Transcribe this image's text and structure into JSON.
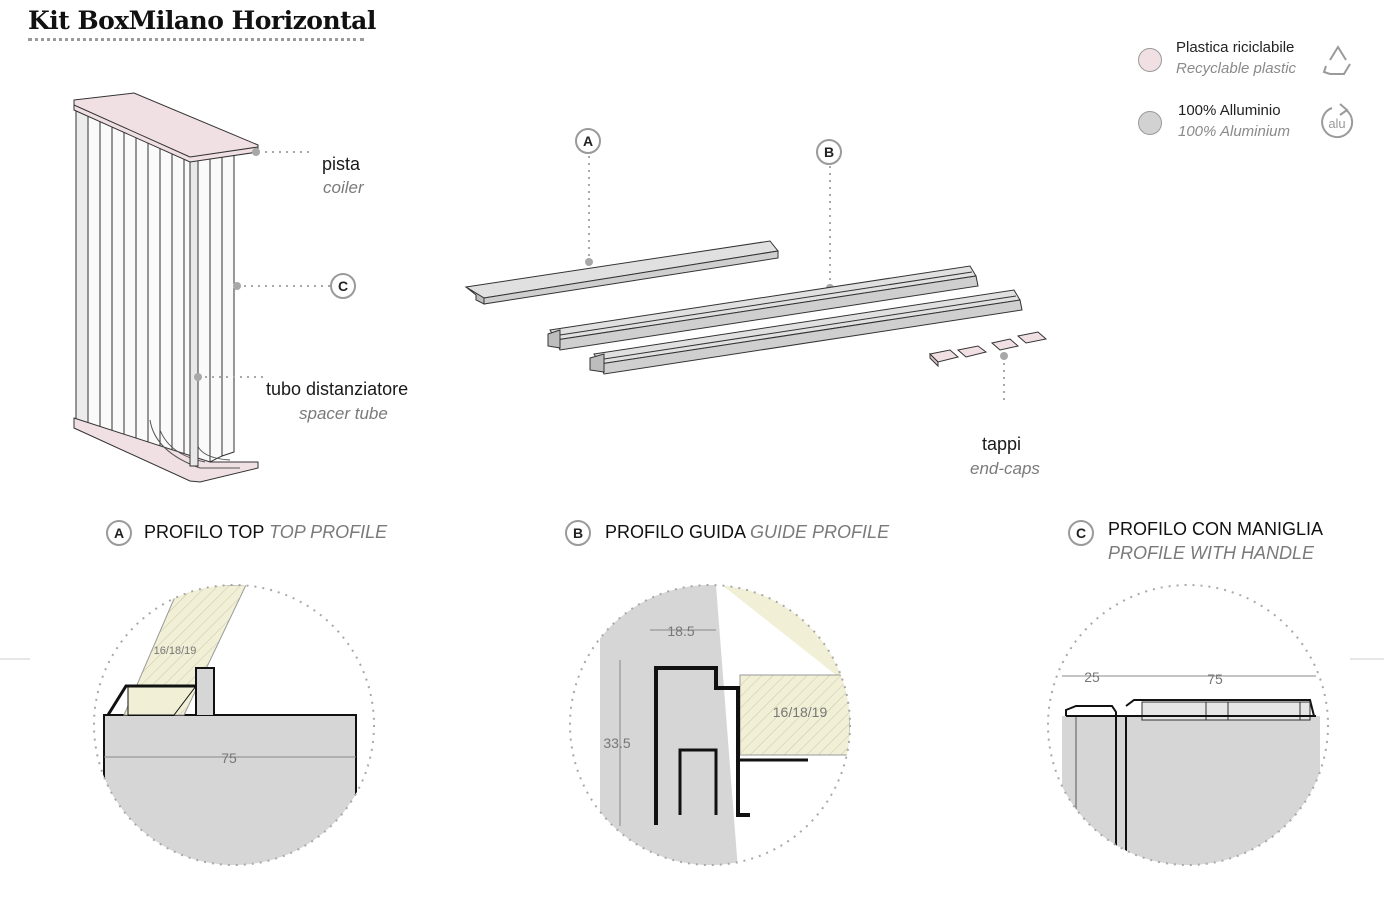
{
  "title": "Kit BoxMilano Horizontal",
  "legend": [
    {
      "it": "Plastica riciclabile",
      "en": "Recyclable plastic",
      "swatch": "#f0e0e4",
      "icon": "recycle-icon"
    },
    {
      "it": "100% Alluminio",
      "en": "100% Aluminium",
      "swatch": "#d2d2d2",
      "icon": "aluminium-recycle-icon",
      "icon_text": "alu"
    }
  ],
  "callouts": {
    "pista": {
      "it": "pista",
      "en": "coiler"
    },
    "tubo": {
      "it": "tubo distanziatore",
      "en": "spacer tube"
    },
    "tappi": {
      "it": "tappi",
      "en": "end-caps"
    }
  },
  "badges": {
    "a": "A",
    "b": "B",
    "c": "C"
  },
  "sections": {
    "a": {
      "badge": "A",
      "it": "PROFILO TOP",
      "en": "TOP PROFILE"
    },
    "b": {
      "badge": "B",
      "it": "PROFILO GUIDA",
      "en": "GUIDE PROFILE"
    },
    "c": {
      "badge": "C",
      "it": "PROFILO CON MANIGLIA",
      "en": "PROFILE WITH HANDLE"
    }
  },
  "dimensions": {
    "a_width": "75",
    "a_panel": "16/18/19",
    "b_width": "18.5",
    "b_height": "33.5",
    "b_panel": "16/18/19",
    "c_left": "25",
    "c_right": "75"
  },
  "colors": {
    "plastic": "#f0e0e4",
    "aluminium": "#d2d2d2",
    "panel": "#f1f0d6",
    "dotted": "#a8a8a8"
  }
}
